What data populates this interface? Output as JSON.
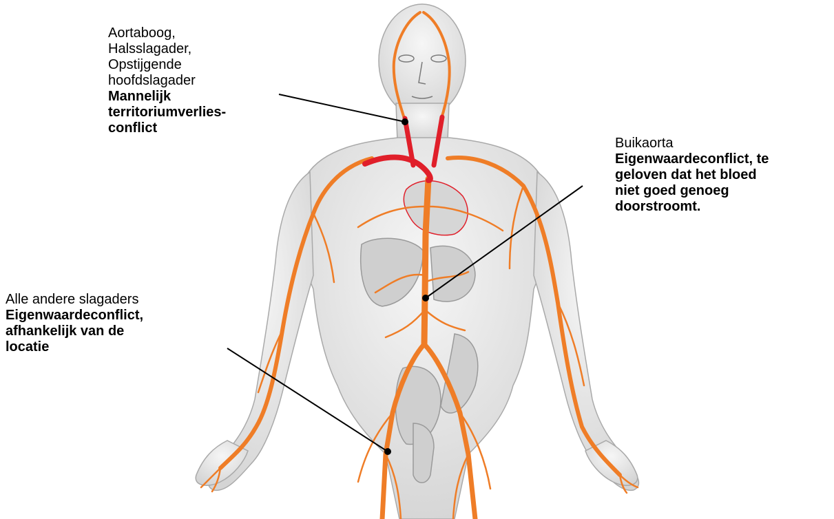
{
  "annotations": [
    {
      "id": "aorta",
      "name": "Aortaboog,\nHalsslagader,\nOpstijgende\nhoofdslagader",
      "description": "Mannelijk\nterritoriumverlies-\nconflict"
    },
    {
      "id": "abdominal",
      "name": "Buikaorta",
      "description": "Eigenwaardeconflict, te\ngeloven dat het bloed\nniet goed genoeg\ndoorstroomt."
    },
    {
      "id": "other",
      "name": "Alle andere slagaders",
      "description": "Eigenwaardeconflict,\nafhankelijk van de\nlocatie"
    }
  ],
  "colors": {
    "artery": "#ef7d27",
    "aortic_arch": "#e01f2a",
    "skin": "#ececec",
    "organ": "#cfcfcf",
    "leader_line": "#000000"
  }
}
